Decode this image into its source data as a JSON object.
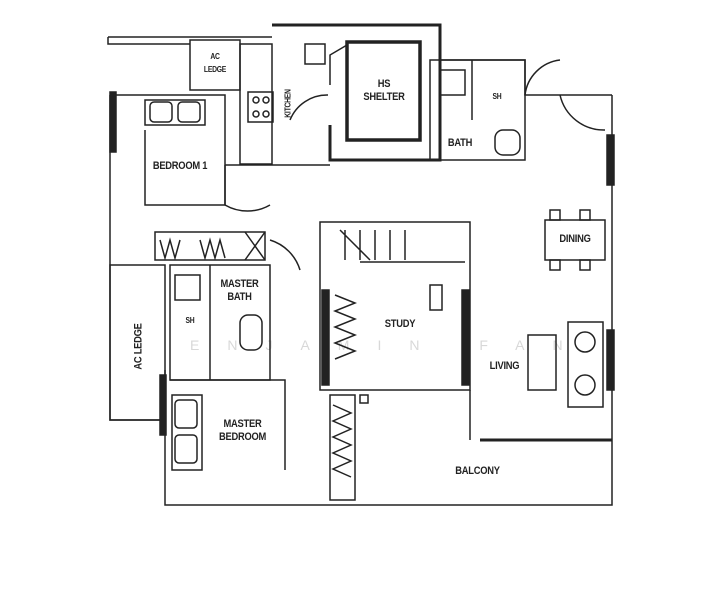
{
  "rooms": {
    "ac_ledge_top": "AC\nLEDGE",
    "kitchen": "KITCHEN",
    "hs_shelter": "HS\nSHELTER",
    "bath_sh": "SH",
    "bath": "BATH",
    "bedroom1": "BEDROOM 1",
    "dining": "DINING",
    "master_bath": "MASTER\nBATH",
    "master_bath_sh": "SH",
    "study": "STUDY",
    "ac_ledge_left": "AC LEDGE",
    "living": "LIVING",
    "master_bedroom": "MASTER\nBEDROOM",
    "balcony": "BALCONY"
  },
  "watermark": "ENJAMIN FAN"
}
